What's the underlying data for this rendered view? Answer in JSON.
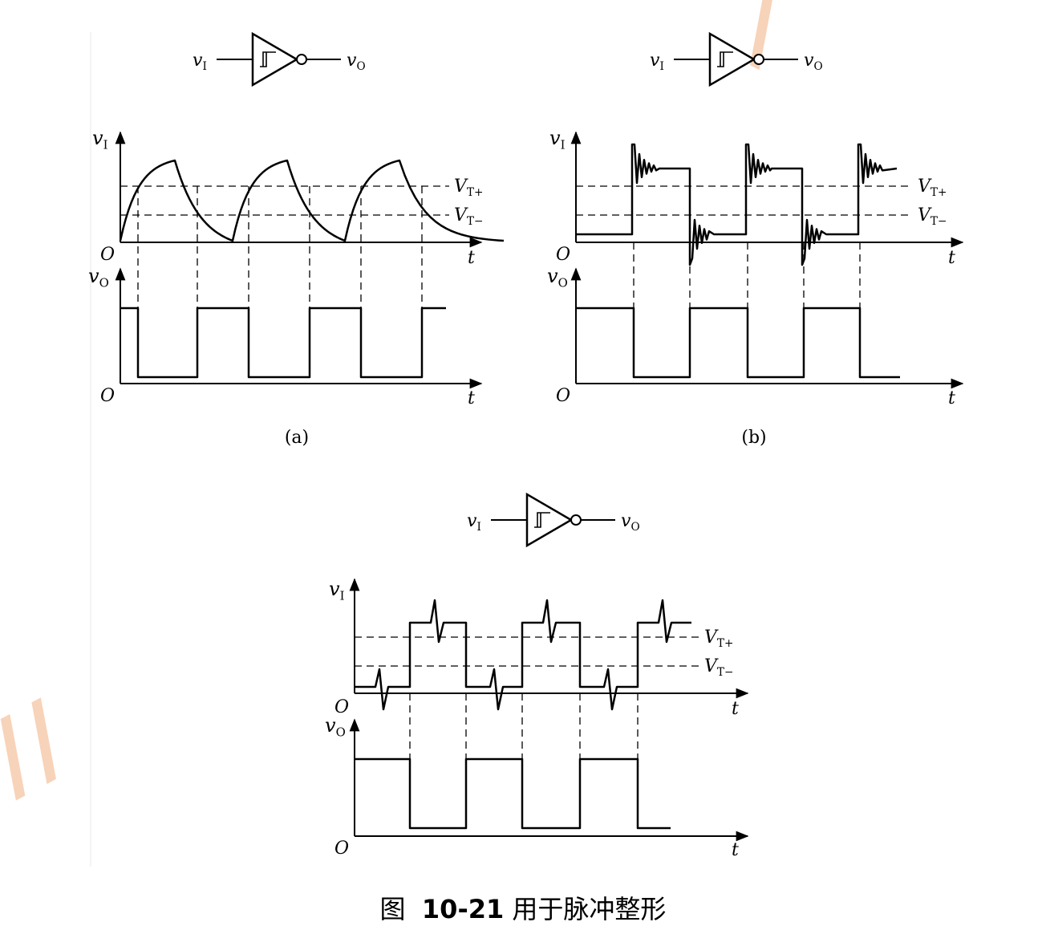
{
  "diagrams": [
    {
      "id": "a",
      "label": "(a)"
    },
    {
      "id": "b",
      "label": "(b)"
    },
    {
      "id": "c",
      "label": ""
    }
  ],
  "gate": {
    "input": "v",
    "input_sub": "I",
    "output": "v",
    "output_sub": "O"
  },
  "axes": {
    "input_label": "v",
    "input_sub": "I",
    "output_label": "v",
    "output_sub": "O",
    "time_label": "t",
    "origin": "O"
  },
  "thresholds": {
    "upper": "V",
    "upper_sub": "T+",
    "lower": "V",
    "lower_sub": "T−"
  },
  "caption": {
    "prefix": "图",
    "number": "10-21",
    "text": "用于脉冲整形"
  },
  "colors": {
    "ink": "#000000",
    "watermark": "#f6c9a8"
  }
}
